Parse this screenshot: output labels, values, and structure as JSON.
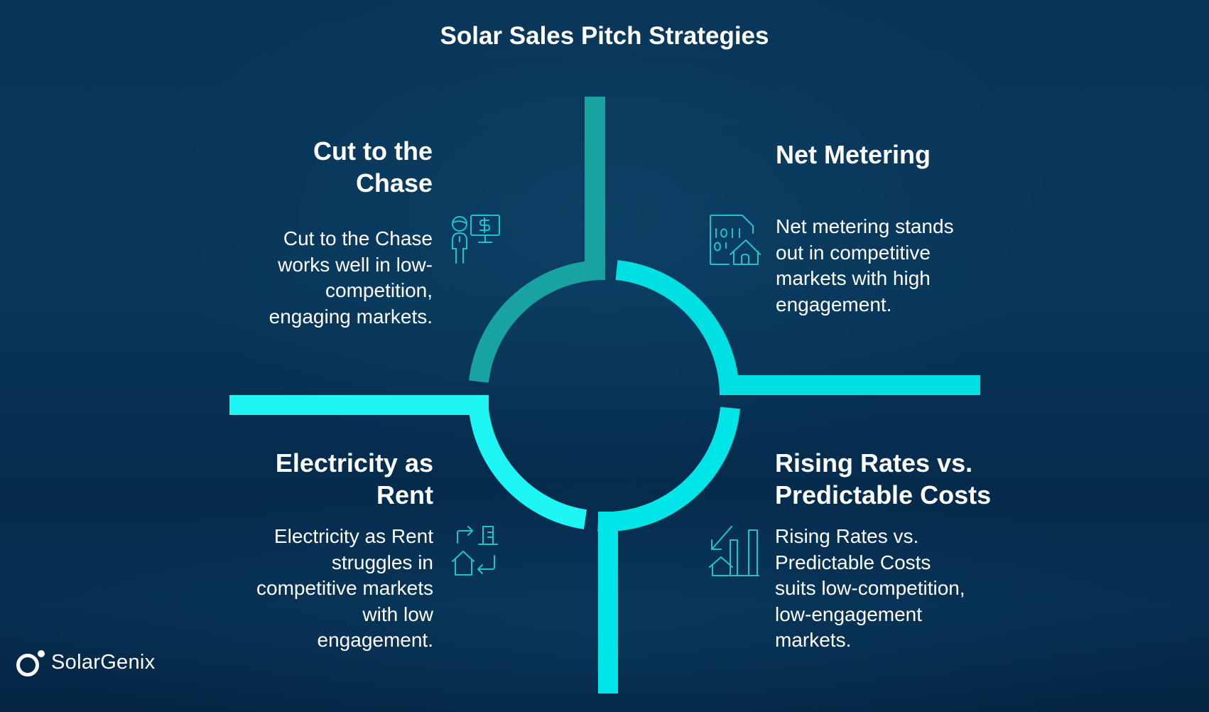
{
  "title": "Solar Sales Pitch Strategies",
  "colors": {
    "background": "#083459",
    "quadrant_top_left": "#18a3a1",
    "quadrant_top_right": "#00e0e2",
    "quadrant_bottom_left": "#1ef6f6",
    "quadrant_bottom_right": "#00e6e8",
    "text": "#ffffff",
    "icon_stroke": "#1fc3cc"
  },
  "quadrants": [
    {
      "position": "top-left",
      "heading_lines": [
        "Cut to the",
        "Chase"
      ],
      "body_lines": [
        "Cut to the Chase",
        "works well in low-",
        "competition,",
        "engaging markets."
      ],
      "icon": "salesperson-presentation-icon"
    },
    {
      "position": "top-right",
      "heading_lines": [
        "Net Metering"
      ],
      "body_lines": [
        "Net metering stands",
        "out in competitive",
        "markets with high",
        "engagement."
      ],
      "icon": "binary-document-house-icon"
    },
    {
      "position": "bottom-left",
      "heading_lines": [
        "Electricity as",
        "Rent"
      ],
      "body_lines": [
        "Electricity as Rent",
        "struggles in",
        "competitive markets",
        "with low",
        "engagement."
      ],
      "icon": "house-exchange-arrows-icon"
    },
    {
      "position": "bottom-right",
      "heading_lines": [
        "Rising Rates vs.",
        "Predictable Costs"
      ],
      "body_lines": [
        "Rising Rates vs.",
        "Predictable Costs",
        "suits low-competition,",
        "low-engagement",
        "markets."
      ],
      "icon": "house-rising-bars-icon"
    }
  ],
  "logo": {
    "text": "SolarGenix",
    "icon": "solargenix-logo-icon"
  }
}
